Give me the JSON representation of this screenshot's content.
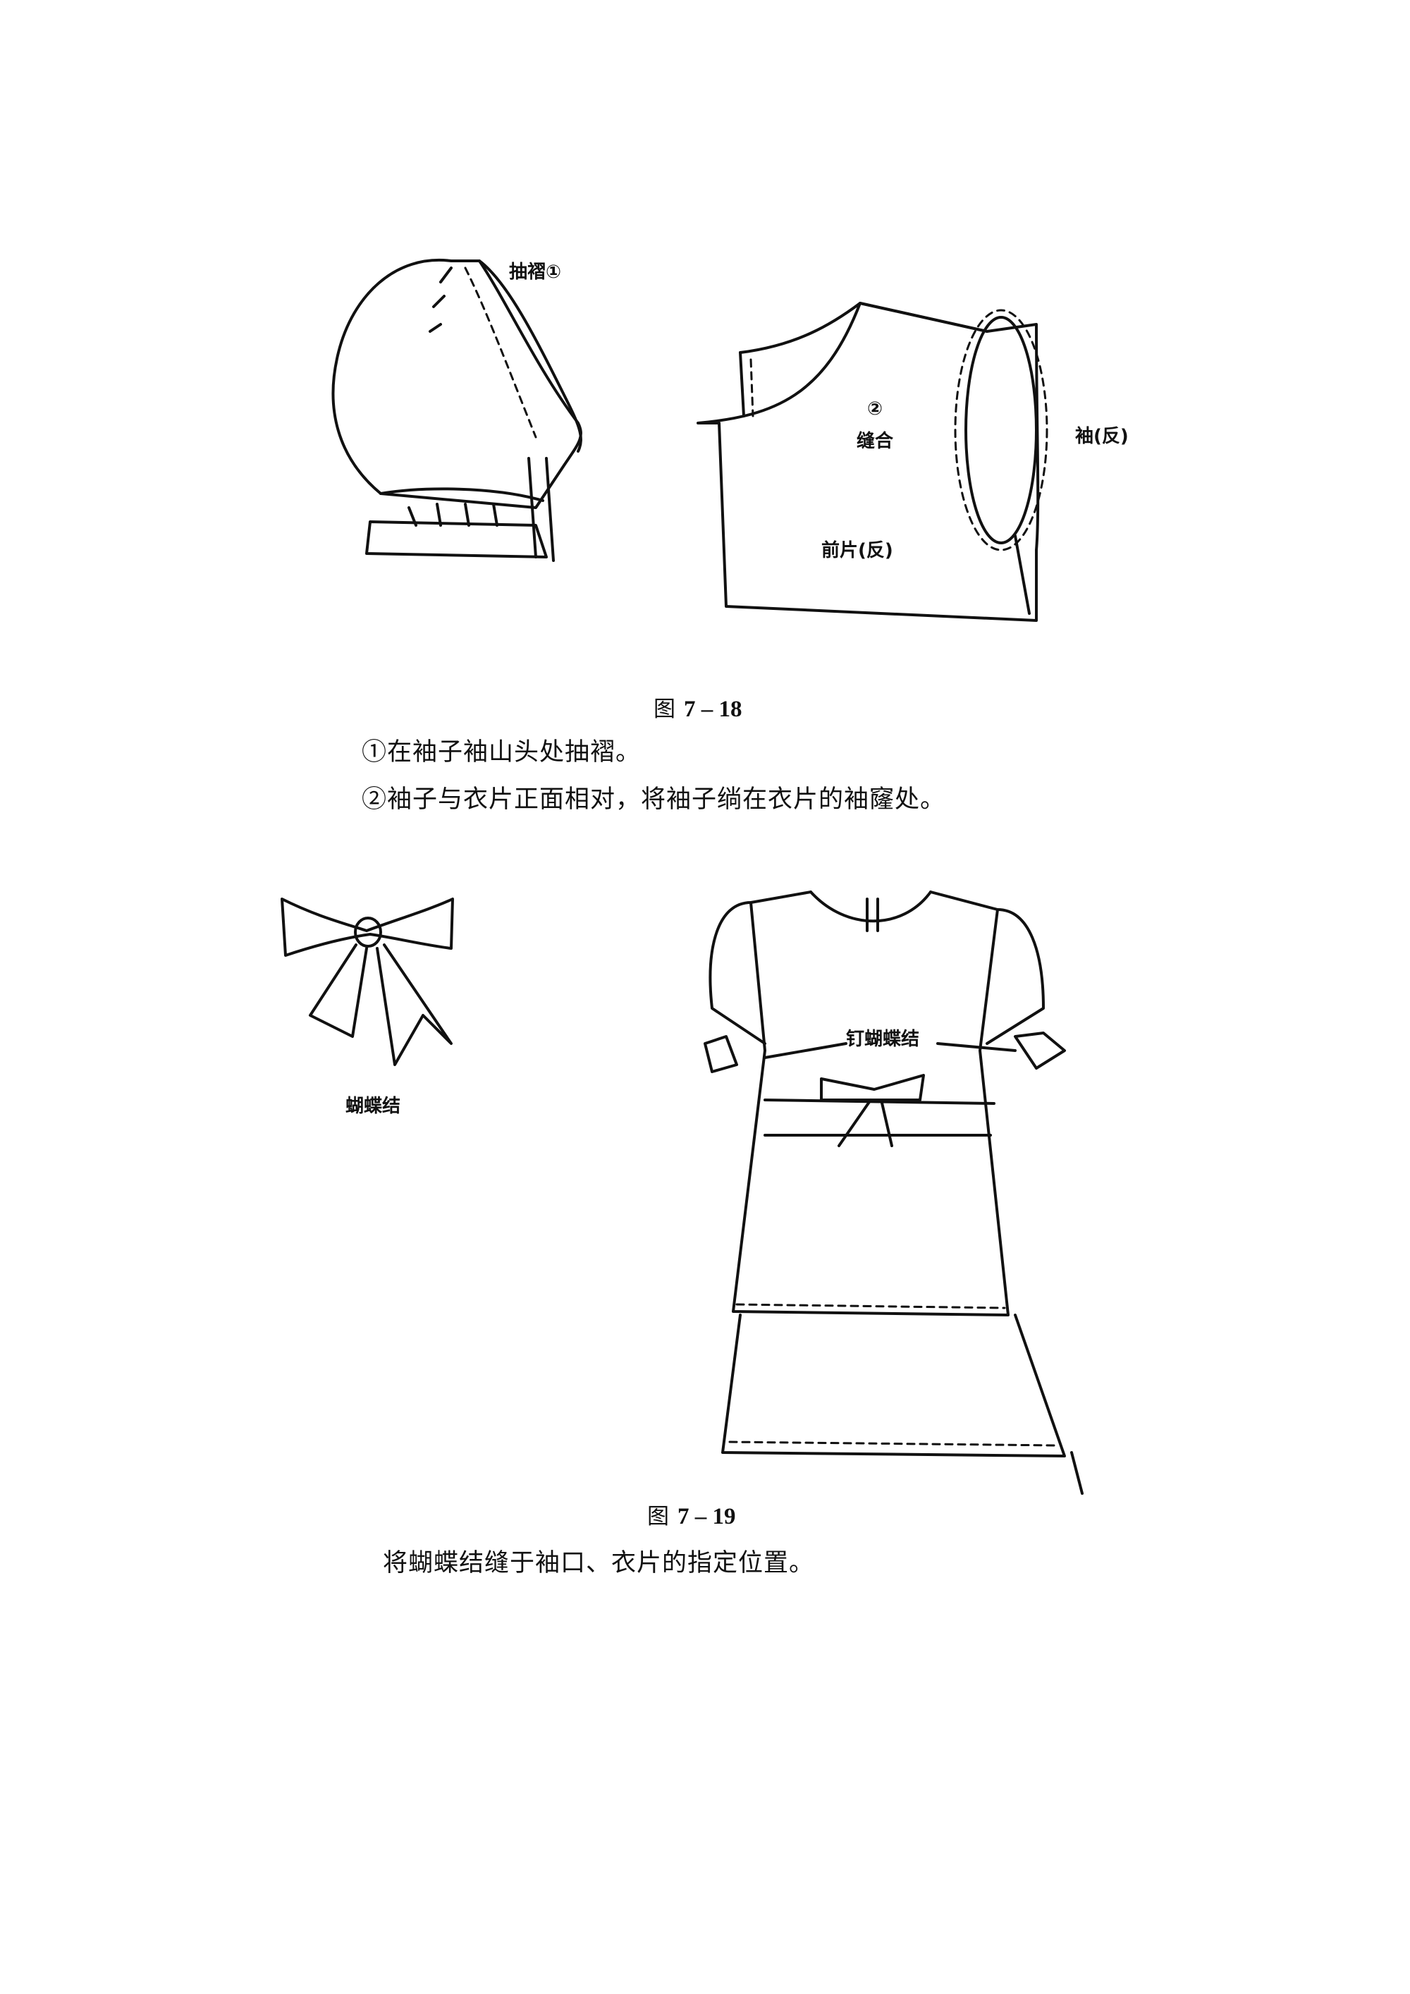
{
  "figure_7_18": {
    "labels": {
      "gather": "抽褶①",
      "step2_marker": "②",
      "sew": "缝合",
      "sleeve_reverse": "袖(反)",
      "front_reverse": "前片(反)"
    },
    "caption_prefix": "图",
    "caption_number": "7 – 18",
    "steps": [
      "①在袖子袖山头处抽褶。",
      "②袖子与衣片正面相对，将袖子绱在衣片的袖窿处。"
    ]
  },
  "figure_7_19": {
    "labels": {
      "bow": "蝴蝶结",
      "attach_bow": "钉蝴蝶结"
    },
    "caption_prefix": "图",
    "caption_number": "7 – 19",
    "steps": [
      "将蝴蝶结缝于袖口、衣片的指定位置。"
    ]
  }
}
